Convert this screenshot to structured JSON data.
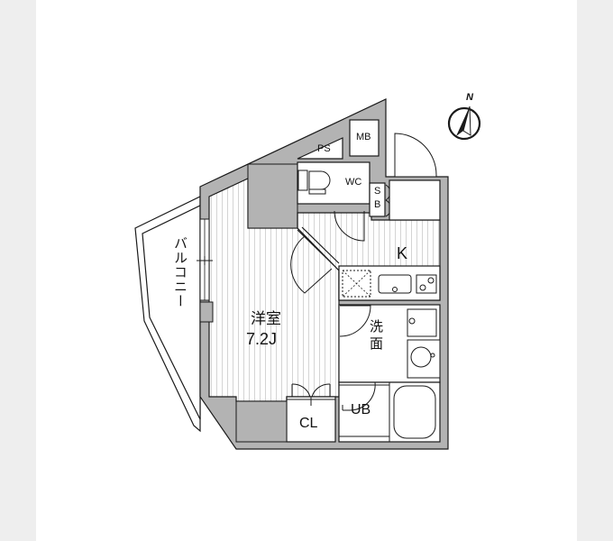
{
  "floor_plan": {
    "compass": {
      "label": "N"
    },
    "rooms": {
      "western_room": {
        "name": "洋室",
        "size": "7.2J"
      },
      "kitchen": {
        "label": "K"
      },
      "washroom": {
        "label_line1": "洗",
        "label_line2": "面"
      },
      "unit_bath": {
        "label": "UB"
      },
      "closet": {
        "label": "CL"
      },
      "toilet": {
        "label": "WC"
      },
      "pipe_space": {
        "label": "PS"
      },
      "meter_box": {
        "label": "MB"
      },
      "shoe_box": {
        "label_line1": "S",
        "label_line2": "B"
      },
      "balcony": {
        "label": "バルコニー"
      }
    },
    "colors": {
      "wall": "#b3b3b3",
      "line": "#1a1a1a",
      "floor_stripe": "#d6d6d6",
      "background": "#eeeeee",
      "sheet": "#ffffff"
    }
  }
}
